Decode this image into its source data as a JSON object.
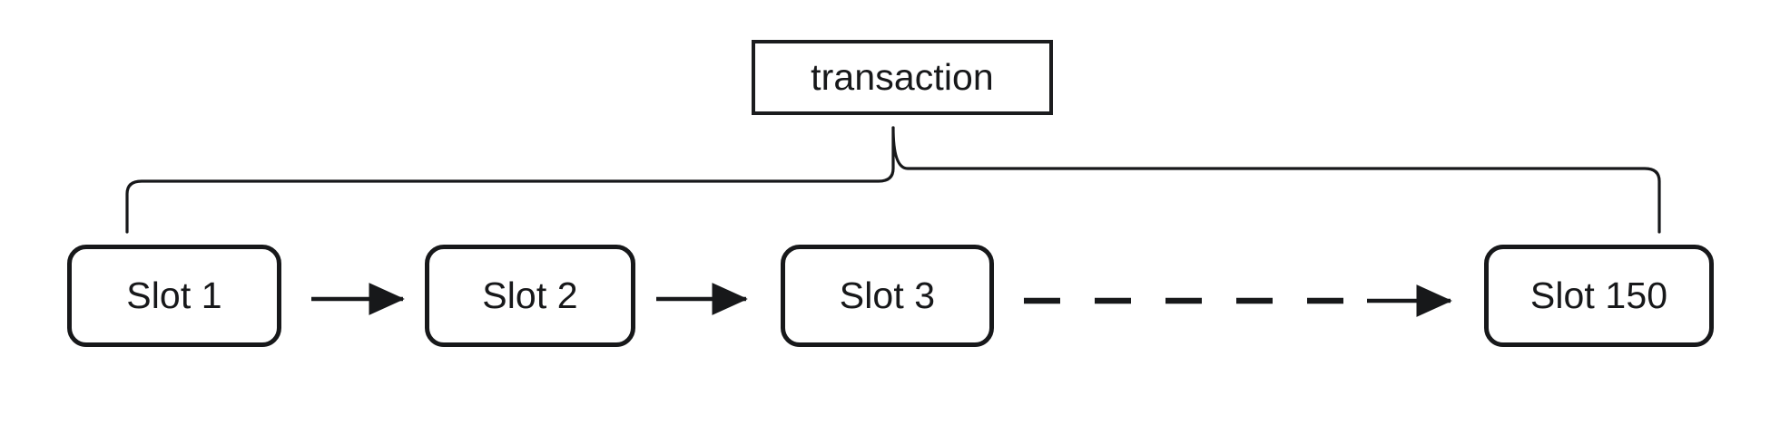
{
  "diagram": {
    "title": "transaction",
    "group_label": "transaction",
    "brace": {
      "orientation": "horizontal-down",
      "spans_nodes": [
        "Slot 1",
        "Slot 150"
      ],
      "connects_to": "transaction"
    },
    "nodes": [
      {
        "id": "transaction",
        "label": "transaction",
        "shape": "rectangle"
      },
      {
        "id": "slot-1",
        "label": "Slot 1",
        "shape": "rounded-rectangle"
      },
      {
        "id": "slot-2",
        "label": "Slot 2",
        "shape": "rounded-rectangle"
      },
      {
        "id": "slot-3",
        "label": "Slot 3",
        "shape": "rounded-rectangle"
      },
      {
        "id": "slot-150",
        "label": "Slot 150",
        "shape": "rounded-rectangle"
      }
    ],
    "edges": [
      {
        "from": "slot-1",
        "to": "slot-2",
        "style": "solid",
        "arrow": "end"
      },
      {
        "from": "slot-2",
        "to": "slot-3",
        "style": "solid",
        "arrow": "end"
      },
      {
        "from": "slot-3",
        "to": "slot-150",
        "style": "dashed",
        "arrow": "end"
      }
    ],
    "colors": {
      "background": "#ffffff",
      "stroke": "#17181a",
      "text": "#17181a",
      "node_fill": "#ffffff"
    }
  }
}
